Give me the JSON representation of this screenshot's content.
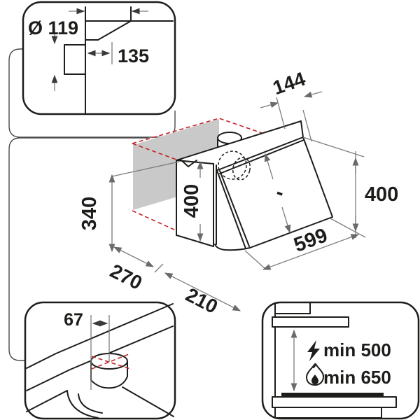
{
  "colors": {
    "ink": "#1d1d1b",
    "dimension_line": "#7d7d7d",
    "guide_red": "#c4242b",
    "wall_panel_gray": "#c9c9c9",
    "background": "#ffffff"
  },
  "duct_inset": {
    "diameter_label": "Ø 119",
    "offset_label": "135"
  },
  "main_drawing": {
    "top_depth": "144",
    "body_height": "400",
    "overall_height": "400",
    "mounting_height": "340",
    "width": "599",
    "depth_total": "270",
    "depth_body": "210",
    "front_panel_mark": "-"
  },
  "outlet_inset": {
    "offset_label": "67"
  },
  "clearance_inset": {
    "electric_clearance": "min 500",
    "gas_clearance": "min 650",
    "icons": [
      "lightning-icon",
      "flame-icon"
    ]
  }
}
